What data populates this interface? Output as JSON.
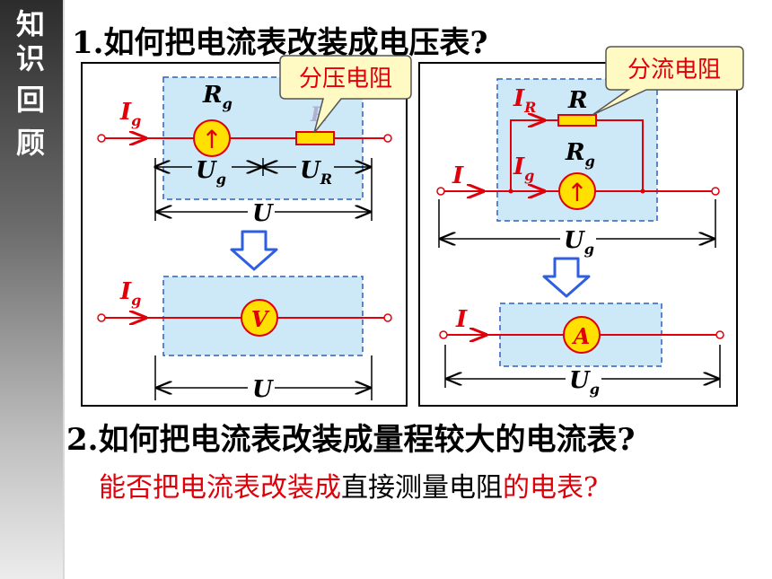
{
  "sidebar": {
    "chars": [
      "知",
      "识",
      "回",
      "顾"
    ]
  },
  "question1": "1.如何把电流表改装成电压表?",
  "question2": "2.如何把电流表改装成量程较大的电流表?",
  "question3": {
    "part1": "能否把电流表改装成",
    "part2": "直接测量电阻",
    "part3": "的电表?"
  },
  "left_diagram": {
    "callout": "分压电阻",
    "current": "I",
    "current_sub": "g",
    "meter_resistance": "R",
    "meter_resistance_sub": "g",
    "series_resistor": "R",
    "voltage_meter": "U",
    "voltage_meter_sub": "g",
    "voltage_resistor": "U",
    "voltage_resistor_sub": "R",
    "total_voltage": "U",
    "result_meter": "V",
    "result_current": "I",
    "result_current_sub": "g",
    "result_voltage": "U"
  },
  "right_diagram": {
    "callout": "分流电阻",
    "shunt_current": "I",
    "shunt_current_sub": "R",
    "shunt_resistor": "R",
    "meter_resistance": "R",
    "meter_resistance_sub": "g",
    "meter_current": "I",
    "meter_current_sub": "g",
    "total_current": "I",
    "voltage": "U",
    "voltage_sub": "g",
    "result_meter": "A",
    "result_current": "I",
    "result_voltage": "U",
    "result_voltage_sub": "g"
  },
  "colors": {
    "wire": "#e0000a",
    "box_fill": "#cde8f7",
    "box_border": "#2f5fbf",
    "meter_fill": "#ffe000",
    "callout_fill": "#fff9c4",
    "arrow": "#2f5fe0"
  }
}
